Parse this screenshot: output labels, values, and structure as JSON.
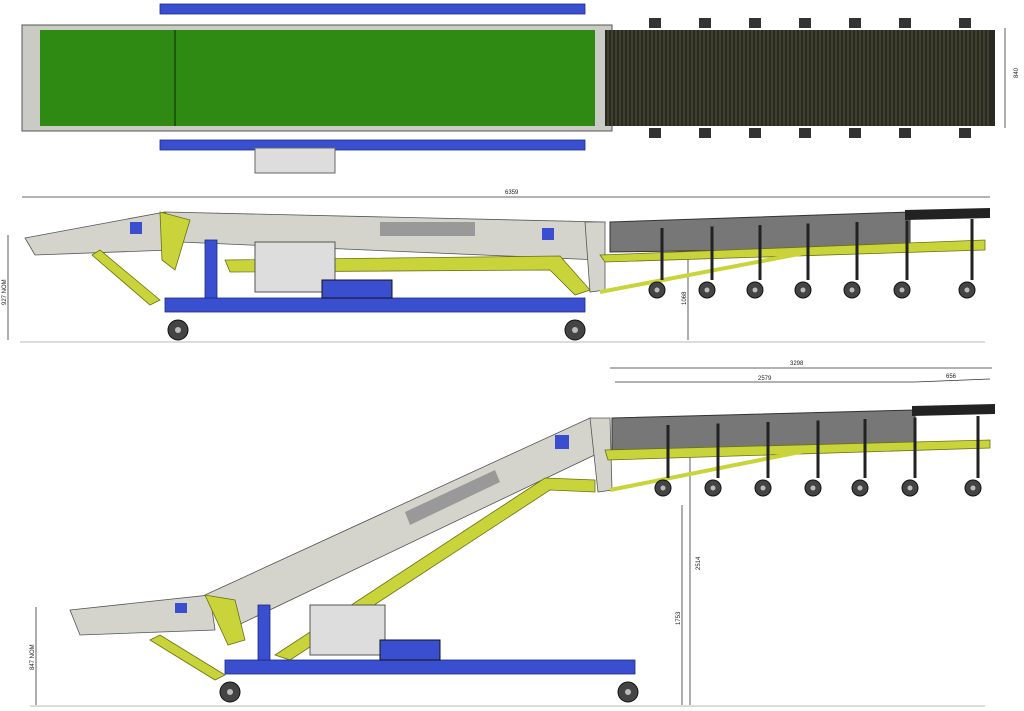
{
  "colors": {
    "frame": "#3a4fd0",
    "belt": "#2e8a12",
    "support_arms": "#c8d43a",
    "conveyor_body": "#d4d4cc",
    "rollers": "#2a2a22"
  },
  "views": {
    "top": {
      "dimensions": {
        "width": "840"
      }
    },
    "side_lowered": {
      "dimensions": {
        "overall_length": "6359",
        "inlet_height": "927 NOM",
        "outlet_height": "1068"
      }
    },
    "side_raised": {
      "dimensions": {
        "extension_total": "3298",
        "extension_rollers": "2579",
        "extension_end": "656",
        "outlet_height_max": "2514",
        "outlet_height_mid": "1753",
        "inlet_height": "847 NOM"
      }
    }
  }
}
